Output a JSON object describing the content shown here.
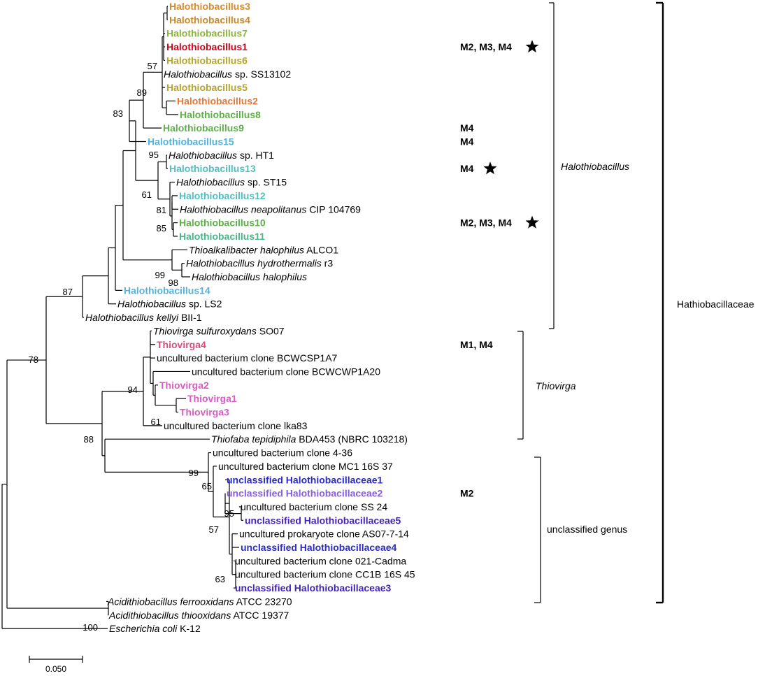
{
  "colors": {
    "line": "#000000",
    "orange": "#D98A2B",
    "brown_orange": "#C8882E",
    "yellow_green": "#8DB33A",
    "olive": "#B3A52E",
    "red": "#D0021B",
    "light_orange": "#E07A3C",
    "green": "#5FB04A",
    "sky": "#55B3DB",
    "teal": "#52BFC2",
    "mint": "#4DB58A",
    "pink": "#D84C7E",
    "magenta": "#D95BC4",
    "blue": "#2B2BC8",
    "violet": "#8A5CE0",
    "indigo": "#4423B8"
  },
  "taxa": [
    {
      "id": "t1",
      "parts": [
        {
          "text": "Halothiobacillus3",
          "b": true
        }
      ],
      "color": "orange"
    },
    {
      "id": "t2",
      "parts": [
        {
          "text": "Halothiobacillus4",
          "b": true
        }
      ],
      "color": "brown_orange"
    },
    {
      "id": "t3",
      "parts": [
        {
          "text": "Halothiobacillus7",
          "b": true
        }
      ],
      "color": "yellow_green"
    },
    {
      "id": "t4",
      "parts": [
        {
          "text": "Halothiobacillus1",
          "b": true
        }
      ],
      "color": "red"
    },
    {
      "id": "t5",
      "parts": [
        {
          "text": "Halothiobacillus6",
          "b": true
        }
      ],
      "color": "olive"
    },
    {
      "id": "t6",
      "parts": [
        {
          "text": "Halothiobacillus",
          "i": true
        },
        {
          "text": " sp. SS13102"
        }
      ],
      "color": "line"
    },
    {
      "id": "t7",
      "parts": [
        {
          "text": "Halothiobacillus5",
          "b": true
        }
      ],
      "color": "olive"
    },
    {
      "id": "t8",
      "parts": [
        {
          "text": "Halothiobacillus2",
          "b": true
        }
      ],
      "color": "light_orange"
    },
    {
      "id": "t9",
      "parts": [
        {
          "text": "Halothiobacillus8",
          "b": true
        }
      ],
      "color": "green"
    },
    {
      "id": "t10",
      "parts": [
        {
          "text": "Halothiobacillus9",
          "b": true
        }
      ],
      "color": "green"
    },
    {
      "id": "t11",
      "parts": [
        {
          "text": "Halothiobacillus15",
          "b": true
        }
      ],
      "color": "sky"
    },
    {
      "id": "t12",
      "parts": [
        {
          "text": "Halothiobacillus",
          "i": true
        },
        {
          "text": " sp. HT1"
        }
      ],
      "color": "line"
    },
    {
      "id": "t13",
      "parts": [
        {
          "text": "Halothiobacillus13",
          "b": true
        }
      ],
      "color": "teal"
    },
    {
      "id": "t14",
      "parts": [
        {
          "text": "Halothiobacillus",
          "i": true
        },
        {
          "text": " sp. ST15"
        }
      ],
      "color": "line"
    },
    {
      "id": "t15",
      "parts": [
        {
          "text": "Halothiobacillus12",
          "b": true
        }
      ],
      "color": "teal"
    },
    {
      "id": "t16",
      "parts": [
        {
          "text": "Halothiobacillus neapolitanus",
          "i": true
        },
        {
          "text": " CIP 104769"
        }
      ],
      "color": "line"
    },
    {
      "id": "t17",
      "parts": [
        {
          "text": "Halothiobacillus10",
          "b": true
        }
      ],
      "color": "green"
    },
    {
      "id": "t18",
      "parts": [
        {
          "text": "Halothiobacillus11",
          "b": true
        }
      ],
      "color": "mint"
    },
    {
      "id": "t19",
      "parts": [
        {
          "text": "Thioalkalibacter halophilus",
          "i": true
        },
        {
          "text": " ALCO1"
        }
      ],
      "color": "line"
    },
    {
      "id": "t20",
      "parts": [
        {
          "text": "Halothiobacillus hydrothermalis",
          "i": true
        },
        {
          "text": " r3"
        }
      ],
      "color": "line"
    },
    {
      "id": "t21",
      "parts": [
        {
          "text": "Halothiobacillus halophilus",
          "i": true
        }
      ],
      "color": "line"
    },
    {
      "id": "t22",
      "parts": [
        {
          "text": "Halothiobacillus14",
          "b": true
        }
      ],
      "color": "sky"
    },
    {
      "id": "t23",
      "parts": [
        {
          "text": "Halothiobacillus",
          "i": true
        },
        {
          "text": " sp. LS2"
        }
      ],
      "color": "line"
    },
    {
      "id": "t24",
      "parts": [
        {
          "text": "Halothiobacillus kellyi",
          "i": true
        },
        {
          "text": " BII-1"
        }
      ],
      "color": "line"
    },
    {
      "id": "t25",
      "parts": [
        {
          "text": "Thiovirga sulfuroxydans",
          "i": true
        },
        {
          "text": " SO07"
        }
      ],
      "color": "line"
    },
    {
      "id": "t26",
      "parts": [
        {
          "text": "Thiovirga4",
          "b": true
        }
      ],
      "color": "pink"
    },
    {
      "id": "t27",
      "parts": [
        {
          "text": "uncultured bacterium clone BCWCSP1A7"
        }
      ],
      "color": "line"
    },
    {
      "id": "t28",
      "parts": [
        {
          "text": "uncultured bacterium clone BCWCWP1A20"
        }
      ],
      "color": "line"
    },
    {
      "id": "t29",
      "parts": [
        {
          "text": "Thiovirga2",
          "b": true
        }
      ],
      "color": "magenta"
    },
    {
      "id": "t30",
      "parts": [
        {
          "text": "Thiovirga1",
          "b": true
        }
      ],
      "color": "magenta"
    },
    {
      "id": "t31",
      "parts": [
        {
          "text": "Thiovirga3",
          "b": true
        }
      ],
      "color": "magenta"
    },
    {
      "id": "t32",
      "parts": [
        {
          "text": "uncultured bacterium clone lka83"
        }
      ],
      "color": "line"
    },
    {
      "id": "t33",
      "parts": [
        {
          "text": "Thiofaba tepidiphila",
          "i": true
        },
        {
          "text": " BDA453 (NBRC 103218)"
        }
      ],
      "color": "line"
    },
    {
      "id": "t34",
      "parts": [
        {
          "text": "uncultured bacterium clone 4-36"
        }
      ],
      "color": "line"
    },
    {
      "id": "t35",
      "parts": [
        {
          "text": "uncultured bacterium clone MC1 16S 37"
        }
      ],
      "color": "line"
    },
    {
      "id": "t36",
      "parts": [
        {
          "text": "unclassified Halothiobacillaceae1",
          "b": true
        }
      ],
      "color": "blue"
    },
    {
      "id": "t37",
      "parts": [
        {
          "text": "unclassified Halothiobacillaceae2",
          "b": true
        }
      ],
      "color": "violet"
    },
    {
      "id": "t38",
      "parts": [
        {
          "text": "uncultured bacterium clone SS 24"
        }
      ],
      "color": "line"
    },
    {
      "id": "t39",
      "parts": [
        {
          "text": "unclassified Halothiobacillaceae5",
          "b": true
        }
      ],
      "color": "indigo"
    },
    {
      "id": "t40",
      "parts": [
        {
          "text": "uncultured prokaryote clone AS07-7-14"
        }
      ],
      "color": "line"
    },
    {
      "id": "t41",
      "parts": [
        {
          "text": "unclassified Halothiobacillaceae4",
          "b": true
        }
      ],
      "color": "blue"
    },
    {
      "id": "t42",
      "parts": [
        {
          "text": "uncultured bacterium clone 021-Cadma"
        }
      ],
      "color": "line"
    },
    {
      "id": "t43",
      "parts": [
        {
          "text": "uncultured bacterium clone CC1B 16S 45"
        }
      ],
      "color": "line"
    },
    {
      "id": "t44",
      "parts": [
        {
          "text": "unclassified Halothiobacillaceae3",
          "b": true
        }
      ],
      "color": "indigo"
    },
    {
      "id": "t45",
      "parts": [
        {
          "text": "Acidithiobacillus ferrooxidans",
          "i": true
        },
        {
          "text": " ATCC 23270"
        }
      ],
      "color": "line"
    },
    {
      "id": "t46",
      "parts": [
        {
          "text": "Acidithiobacillus thiooxidans",
          "i": true
        },
        {
          "text": " ATCC 19377"
        }
      ],
      "color": "line"
    },
    {
      "id": "t47",
      "parts": [
        {
          "text": "Escherichia coli",
          "i": true
        },
        {
          "text": " K-12"
        }
      ],
      "color": "line"
    }
  ],
  "bootstrap": [
    {
      "id": "b1",
      "value": "57"
    },
    {
      "id": "b2",
      "value": "89"
    },
    {
      "id": "b3",
      "value": "83"
    },
    {
      "id": "b4",
      "value": "95"
    },
    {
      "id": "b5",
      "value": "61"
    },
    {
      "id": "b6",
      "value": "81"
    },
    {
      "id": "b7",
      "value": "85"
    },
    {
      "id": "b8",
      "value": "99"
    },
    {
      "id": "b9",
      "value": "98"
    },
    {
      "id": "b10",
      "value": "87"
    },
    {
      "id": "b11",
      "value": "78"
    },
    {
      "id": "b12",
      "value": "94"
    },
    {
      "id": "b13",
      "value": "61"
    },
    {
      "id": "b14",
      "value": "88"
    },
    {
      "id": "b15",
      "value": "99"
    },
    {
      "id": "b16",
      "value": "65"
    },
    {
      "id": "b17",
      "value": "95"
    },
    {
      "id": "b18",
      "value": "57"
    },
    {
      "id": "b19",
      "value": "63"
    },
    {
      "id": "b20",
      "value": "100"
    }
  ],
  "media_marks": [
    {
      "id": "m1",
      "text": "M2, M3, M4",
      "star": true
    },
    {
      "id": "m2",
      "text": "M4",
      "star": false
    },
    {
      "id": "m3",
      "text": "M4",
      "star": false
    },
    {
      "id": "m4",
      "text": "M4",
      "star": true
    },
    {
      "id": "m5",
      "text": "M2, M3, M4",
      "star": true
    },
    {
      "id": "m6",
      "text": "M1, M4",
      "star": false
    },
    {
      "id": "m7",
      "text": "M2",
      "star": false
    }
  ],
  "clades": [
    {
      "id": "c1",
      "label": "Halothiobacillus",
      "italic": true
    },
    {
      "id": "c2",
      "label": "Thiovirga",
      "italic": true
    },
    {
      "id": "c3",
      "label": "unclassified genus",
      "italic": false
    }
  ],
  "family": {
    "label": "Hathiobacillaceae"
  },
  "scale_bar": {
    "label": "0.050"
  }
}
